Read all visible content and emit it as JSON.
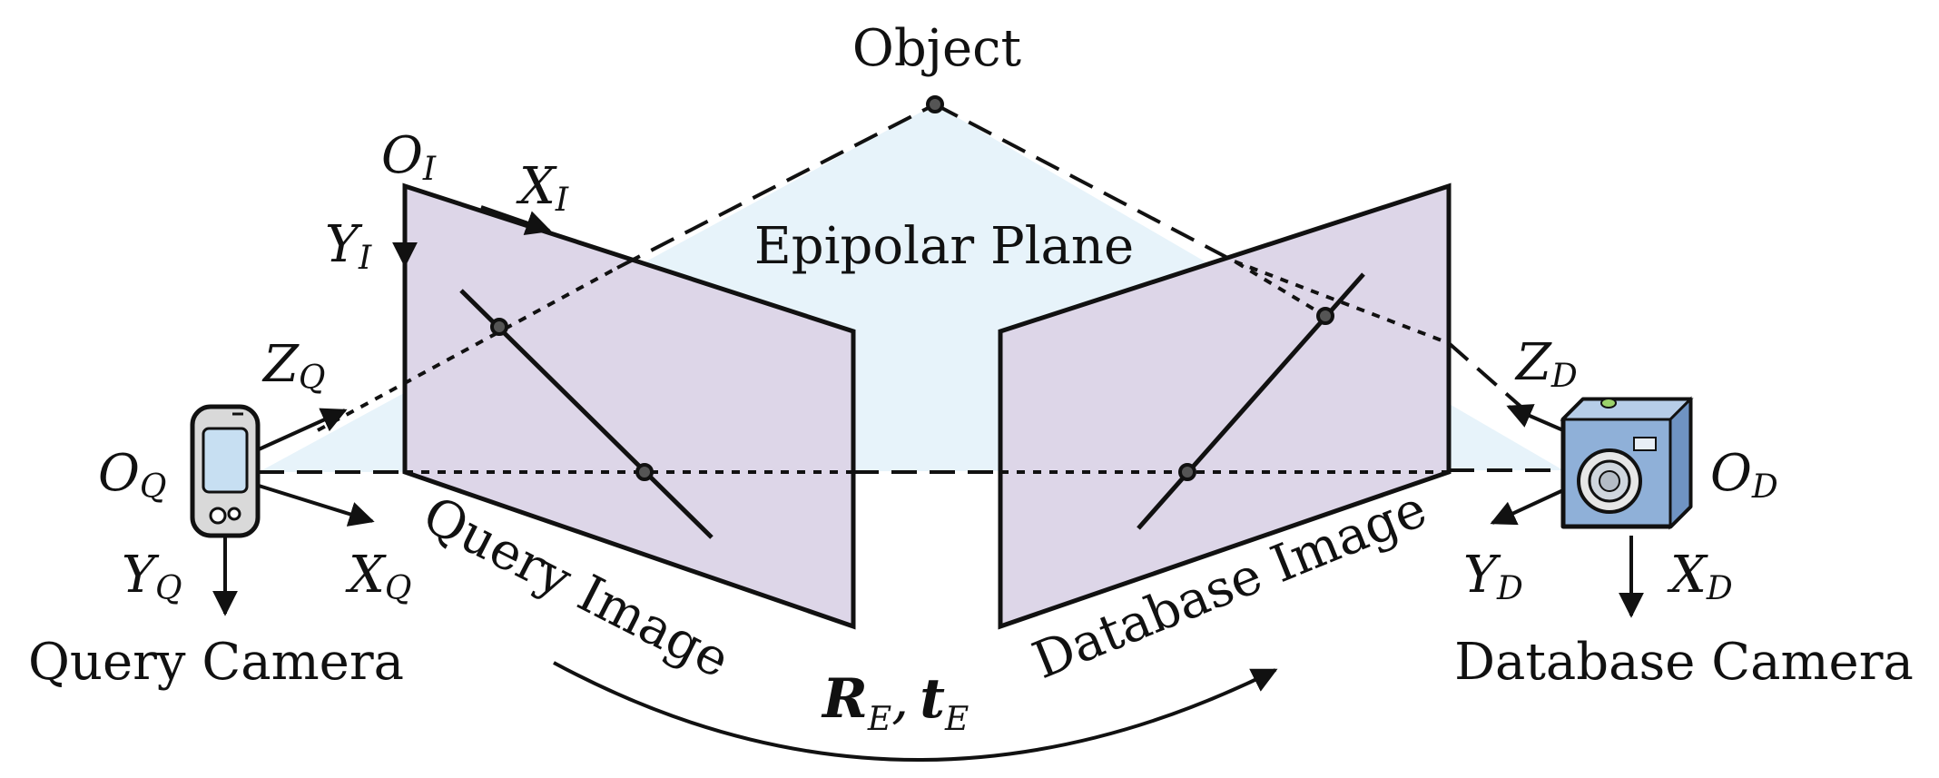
{
  "labels": {
    "object": "Object",
    "epipolar_plane": "Epipolar Plane",
    "query_image": "Query Image",
    "database_image": "Database Image",
    "query_camera": "Query Camera",
    "database_camera": "Database Camera",
    "o_i_main": "O",
    "o_i_sub": "I",
    "x_i_main": "X",
    "x_i_sub": "I",
    "y_i_main": "Y",
    "y_i_sub": "I",
    "z_q_main": "Z",
    "z_q_sub": "Q",
    "o_q_main": "O",
    "o_q_sub": "Q",
    "x_q_main": "X",
    "x_q_sub": "Q",
    "y_q_main": "Y",
    "y_q_sub": "Q",
    "z_d_main": "Z",
    "z_d_sub": "D",
    "o_d_main": "O",
    "o_d_sub": "D",
    "x_d_main": "X",
    "x_d_sub": "D",
    "y_d_main": "Y",
    "y_d_sub": "D",
    "r_main": "R",
    "r_sub": "E",
    "comma": ",",
    "t_main": "t",
    "t_sub": "E"
  },
  "colors": {
    "plane_fill": "#e7f3fa",
    "image_fill": "#ddd6e8",
    "camera_body": "#8fb0d8",
    "phone_screen": "#c7dff2"
  }
}
